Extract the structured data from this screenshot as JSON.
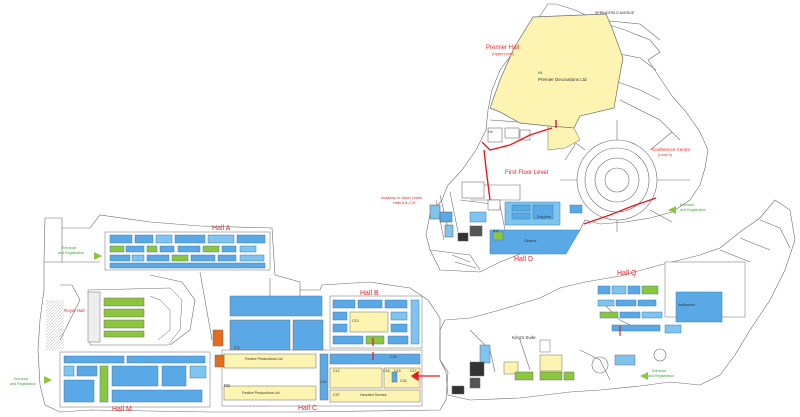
{
  "colors": {
    "hall_blue": "#5aa9e6",
    "stand_blue": "#7fc4ee",
    "green": "#8cc63f",
    "yellow": "#fcf4b0",
    "orange": "#e36c1d",
    "label_red": "#e8262b",
    "label_green": "#3aa935",
    "red_route": "#e31b23",
    "outline": "#6d6d6d"
  },
  "labels": {
    "premier_hall": "Premier Hall",
    "premier_hall_sub": "(Upper Level)",
    "premier_decorations_code": "H1",
    "premier_decorations": "Premier Decorations Ltd",
    "first_floor": "First Floor Level",
    "conference_centre": "Conference Centre",
    "conference_centre_sub": "(Level 4)",
    "hall_d": "Hall D",
    "hall_a": "Hall A",
    "hall_b": "Hall B",
    "hall_c": "Hall C",
    "hall_m": "Hall M",
    "hall_q": "Hall Q",
    "royal_hall": "Royal Hall",
    "kings_suite": "King's Suite",
    "academy_l1": "Academy to Upper Levels",
    "academy_l2": "Halls A,B,C,M",
    "entrance_left_1": "Entrance",
    "entrance_left_2": "and Registration",
    "entrance_right_1": "Entrance",
    "entrance_right_2": "and Registration",
    "entrance_bottom_1": "Entrance",
    "entrance_bottom_2": "and Registration",
    "entrance_bottomleft_1": "Entrance",
    "entrance_bottomleft_2": "and Registration",
    "street": "SPRINGFIELD AVENUE",
    "festive_1": "Festive Productions Ltd",
    "festive_2": "Festive Productions Ltd",
    "haunted_scenes": "Haunted Scenes",
    "dolphins": "Dolphins",
    "cinema": "Cinema",
    "auditorium": "Auditorium",
    "b12": "B12",
    "c1": "C1",
    "c12": "C12",
    "c16": "C16",
    "c15": "C15",
    "c24": "C24",
    "c41": "C41",
    "c37": "C37",
    "c17": "C17",
    "c36": "C36",
    "c10": "C10",
    "m1": "M1",
    "h4": "H4"
  }
}
